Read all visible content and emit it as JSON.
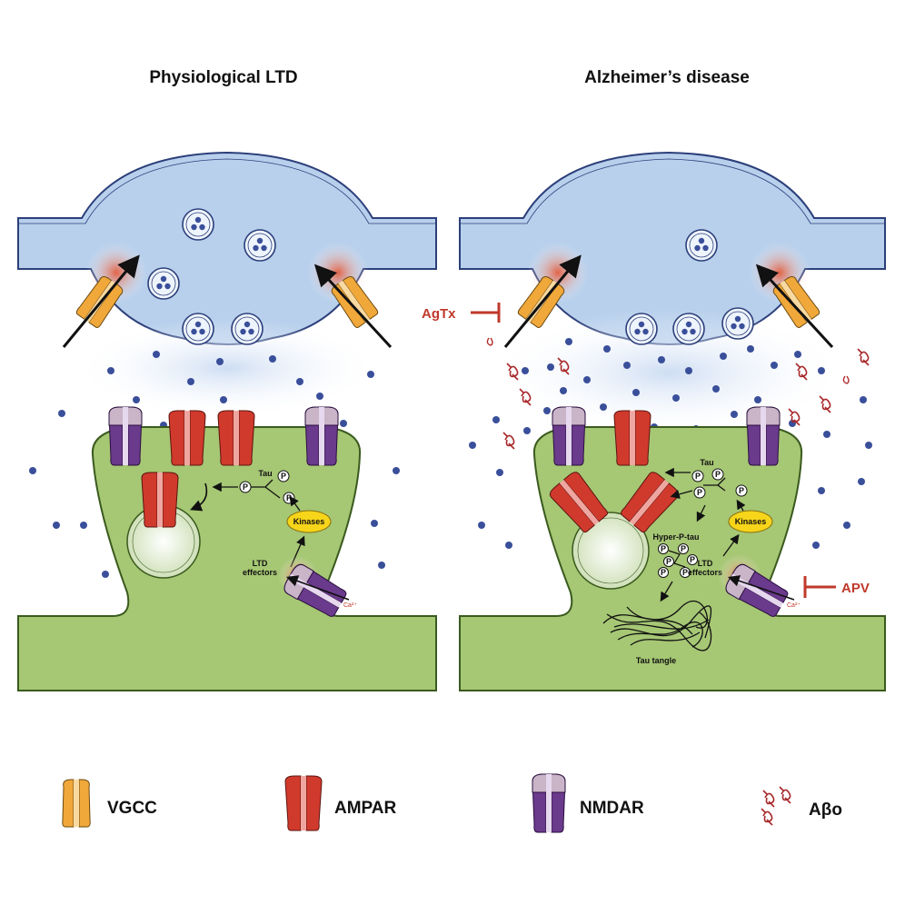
{
  "left_panel": {
    "title": "Physiological LTD",
    "labels": {
      "tau": "Tau",
      "p": "P",
      "kinases": "Kinases",
      "ltd_effectors_1": "LTD",
      "ltd_effectors_2": "effectors",
      "ca": "Ca²⁺"
    }
  },
  "right_panel": {
    "title": "Alzheimer’s disease",
    "labels": {
      "tau": "Tau",
      "p": "P",
      "kinases": "Kinases",
      "hyper_p_tau": "Hyper-P-tau",
      "ltd_effectors_1": "LTD",
      "ltd_effectors_2": "effectors",
      "ca": "Ca²⁺",
      "tau_tangle": "Tau tangle",
      "agtx": "AgTx",
      "apv": "APV"
    }
  },
  "legend": [
    {
      "label": "VGCC",
      "color": "#f0a83a"
    },
    {
      "label": "AMPAR",
      "color": "#d03a2c"
    },
    {
      "label": "NMDAR",
      "color": "#6a3a8c"
    },
    {
      "label": "Aβo",
      "color": "#b0282a"
    }
  ],
  "colors": {
    "presynaptic": "#b8d0ec",
    "postsynaptic": "#a6c774",
    "inhibitor": "#c0392b",
    "glutamate": "#3a4f9a",
    "kinase": "#f6d51a"
  }
}
